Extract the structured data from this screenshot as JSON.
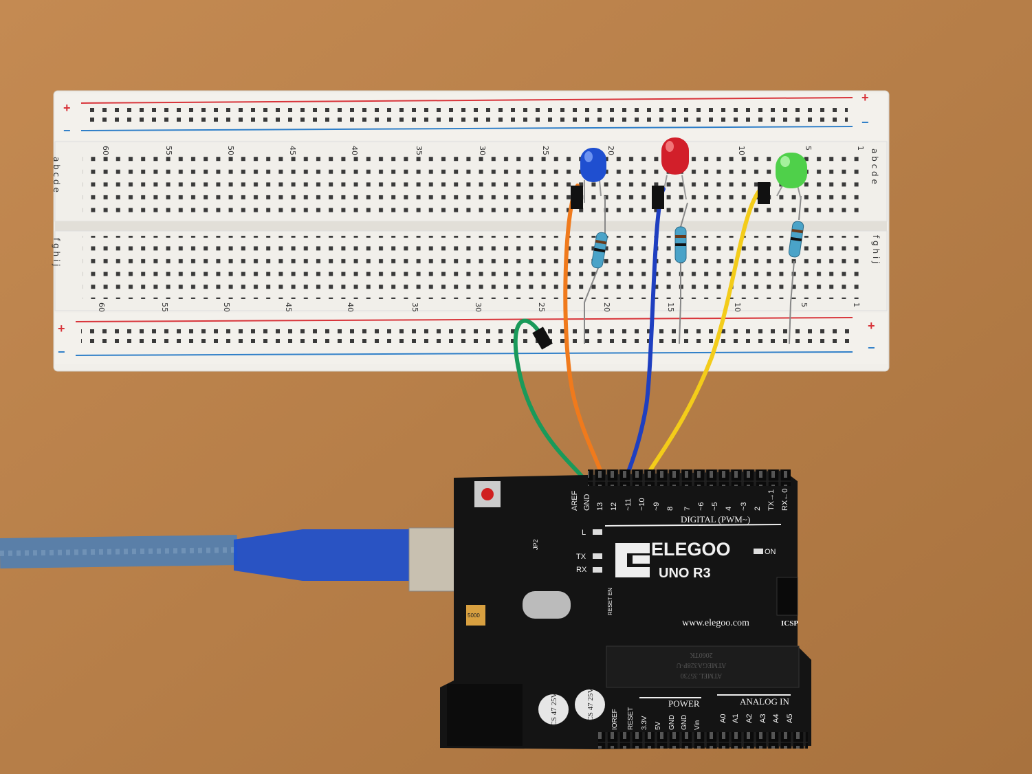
{
  "colors": {
    "wood": "#b9814a",
    "breadboard": "#f1efea",
    "board": "#141414",
    "red_rail": "#d8343a",
    "blue_rail": "#2f7fc8",
    "wire_green": "#1a9a5a",
    "wire_orange": "#f07a1c",
    "wire_blue": "#1f3fc0",
    "wire_yellow": "#f3cc1a",
    "cable": "#5a7fa8",
    "usb_blue": "#1a4fd0"
  },
  "breadboard": {
    "column_numbers": [
      "60",
      "55",
      "50",
      "45",
      "40",
      "35",
      "30",
      "25",
      "20",
      "15",
      "10",
      "5",
      "1"
    ],
    "top_rows": "a b c d e",
    "bottom_rows": "f g h i j",
    "plus": "+",
    "minus": "−"
  },
  "board": {
    "brand": "ELEGOO",
    "model": "UNO R3",
    "url": "www.elegoo.com",
    "digital_label": "DIGITAL (PWM~)",
    "digital_pins": [
      "AREF",
      "GND",
      "13",
      "12",
      "~11",
      "~10",
      "~9",
      "8",
      "7",
      "~6",
      "~5",
      "4",
      "~3",
      "2",
      "TX→1",
      "RX←0"
    ],
    "leds": {
      "l": "L",
      "tx": "TX",
      "rx": "RX",
      "on": "ON"
    },
    "icsp": "ICSP",
    "jp2": "JP2",
    "reset_en": "RESET EN",
    "power_label": "POWER",
    "power_pins": [
      "IOREF",
      "RESET",
      "3.3V",
      "5V",
      "GND",
      "GND",
      "Vin"
    ],
    "analog_label": "ANALOG IN",
    "analog_pins": [
      "A0",
      "A1",
      "A2",
      "A3",
      "A4",
      "A5"
    ],
    "chip": {
      "maker": "ATMEL",
      "part": "ATMEGA328P-U",
      "code1": "35730",
      "code2": "2060TK"
    },
    "capacitor": {
      "l1": "CS",
      "l2": "47",
      "l3": "25V"
    },
    "fuse": "5000"
  }
}
